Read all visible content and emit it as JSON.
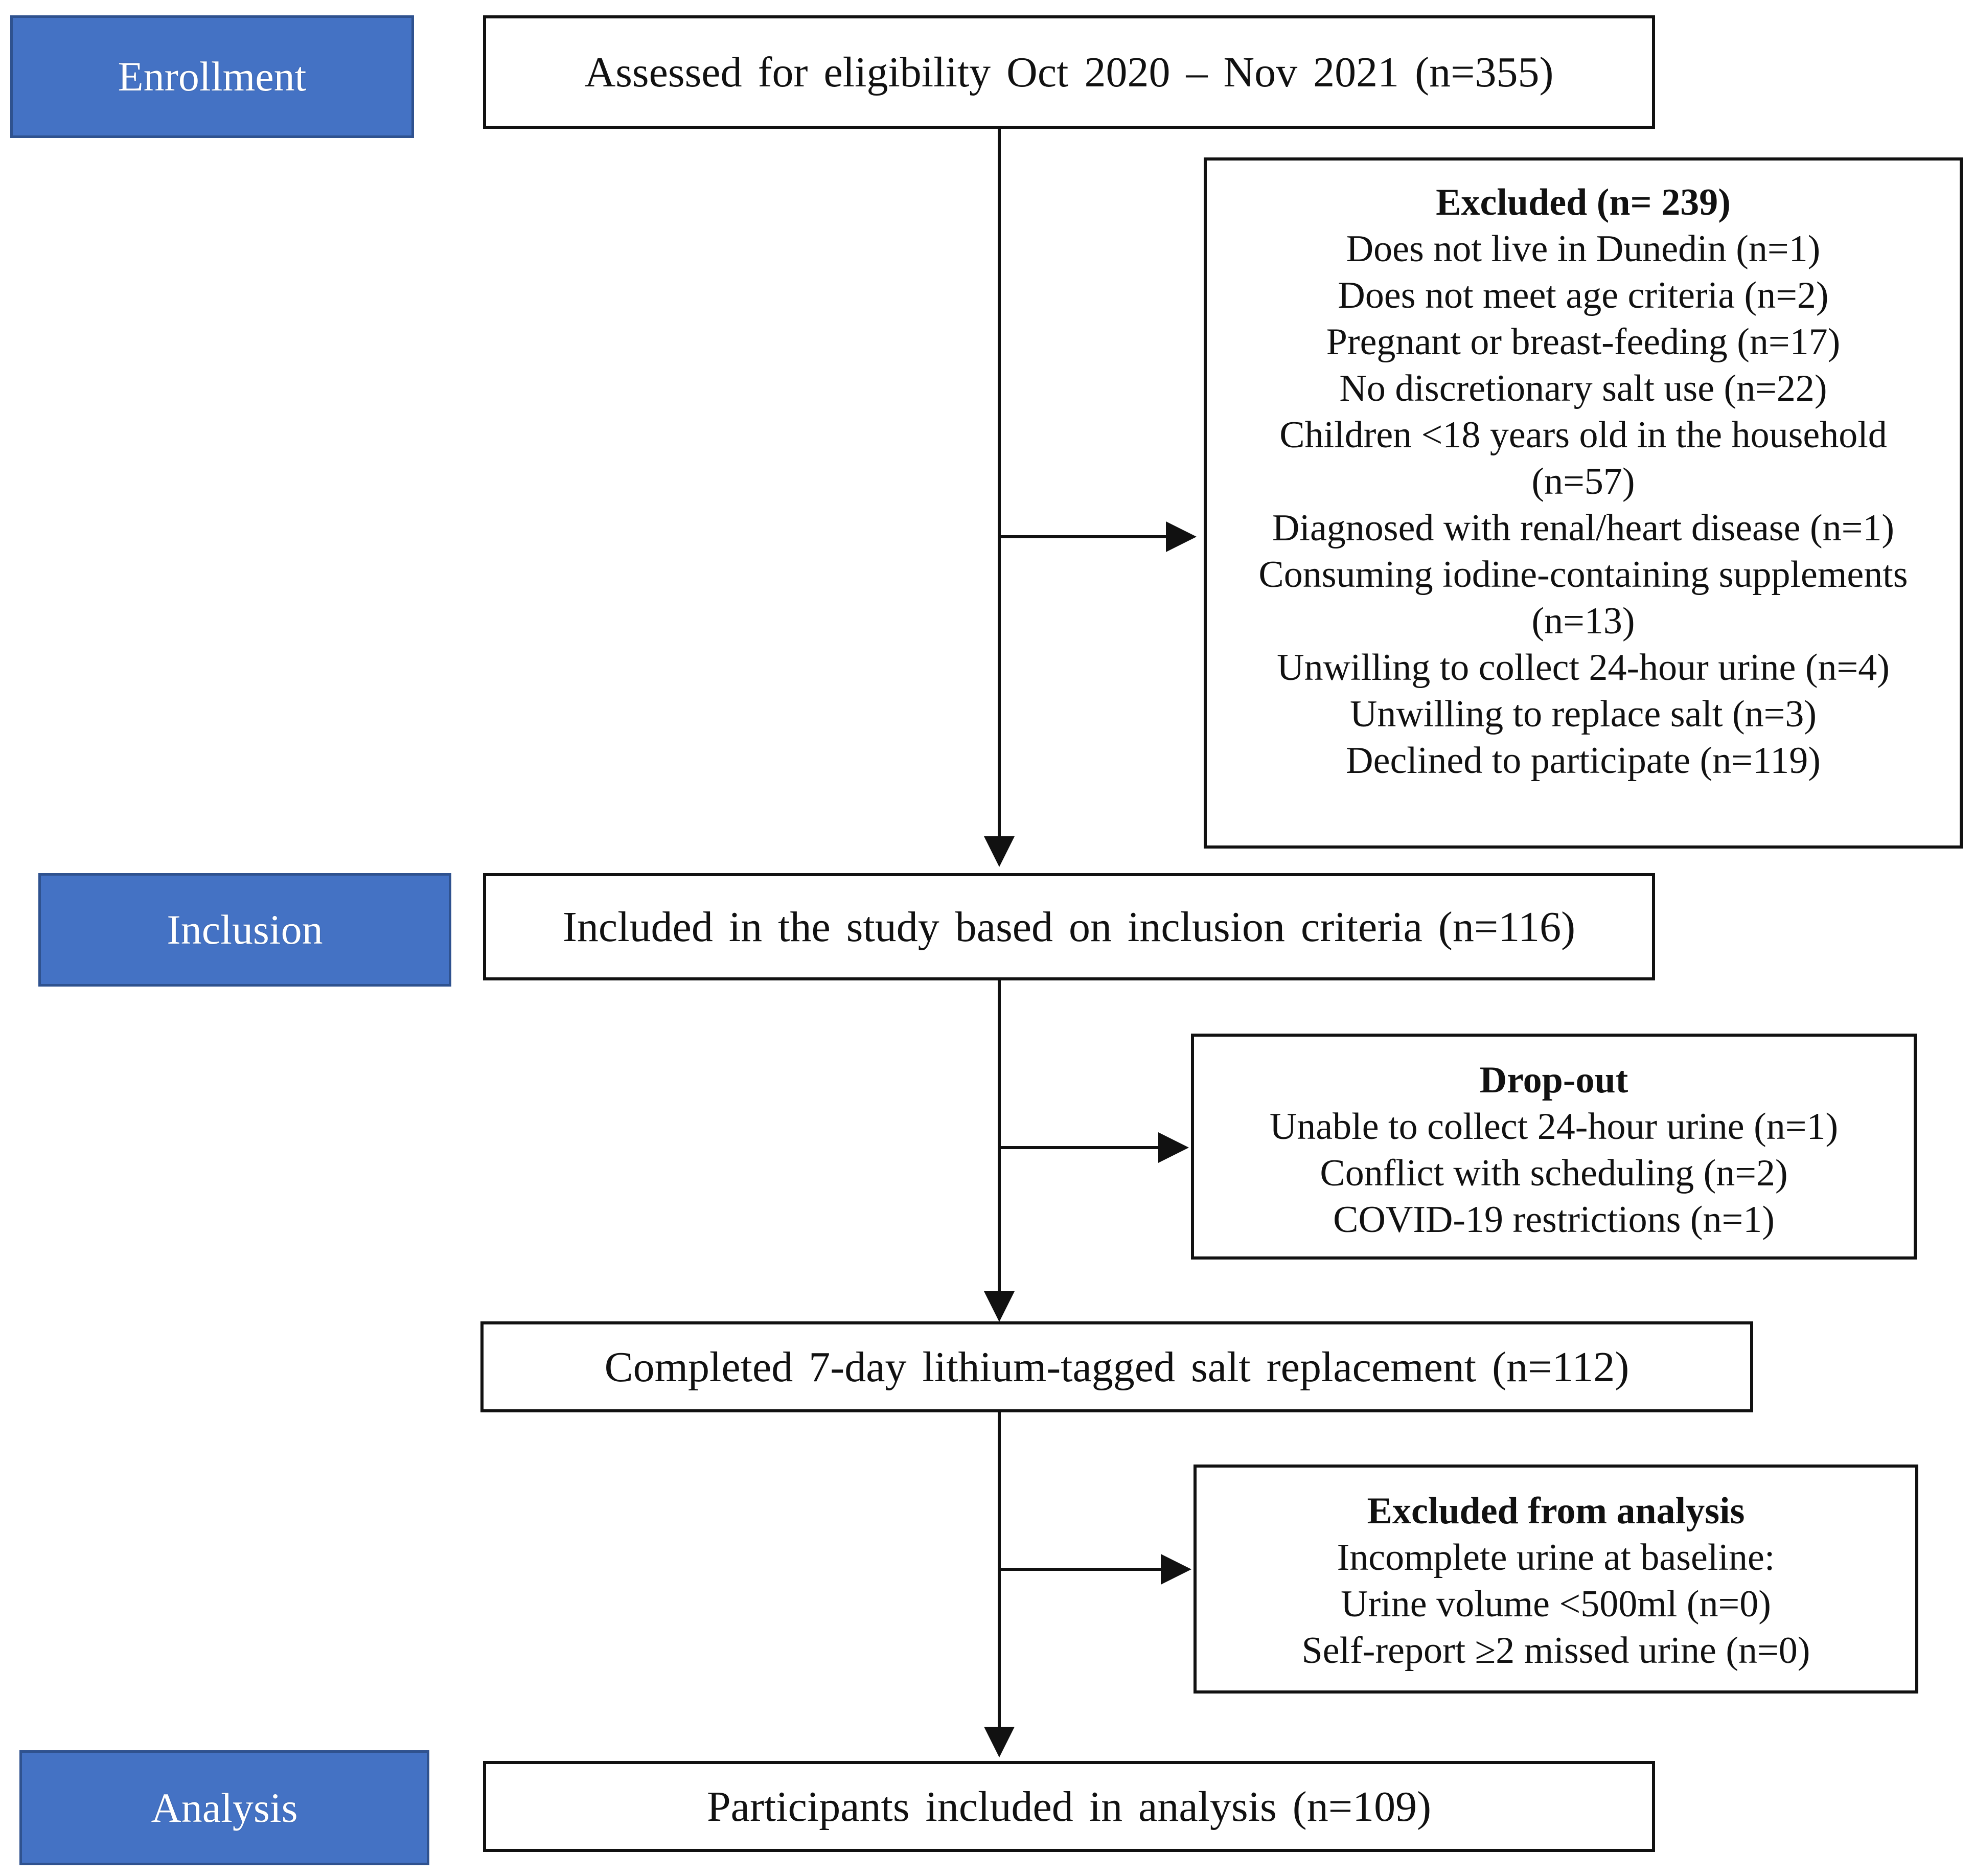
{
  "stages": {
    "enrollment": "Enrollment",
    "inclusion": "Inclusion",
    "analysis": "Analysis"
  },
  "flow": {
    "assessed": "Assessed for eligibility Oct 2020 – Nov 2021 (n=355)",
    "included": "Included in the study based on inclusion criteria (n=116)",
    "completed": "Completed 7-day lithium-tagged salt replacement (n=112)",
    "analyzed": "Participants included in analysis (n=109)"
  },
  "excluded": {
    "title": "Excluded (n= 239)",
    "items": [
      "Does not live in Dunedin (n=1)",
      "Does not meet age criteria (n=2)",
      "Pregnant or breast-feeding (n=17)",
      "No discretionary salt use (n=22)",
      "Children <18 years old in the household (n=57)",
      "Diagnosed with renal/heart disease (n=1)",
      "Consuming iodine-containing supplements (n=13)",
      "Unwilling to collect 24-hour urine (n=4)",
      "Unwilling to replace salt (n=3)",
      "Declined to participate (n=119)"
    ]
  },
  "dropout": {
    "title": "Drop-out",
    "items": [
      "Unable to collect 24-hour urine (n=1)",
      "Conflict with scheduling (n=2)",
      "COVID-19 restrictions (n=1)"
    ]
  },
  "excluded_analysis": {
    "title": "Excluded from analysis",
    "items": [
      "Incomplete urine at baseline:",
      "Urine volume <500ml (n=0)",
      "Self-report ≥2 missed urine (n=0)"
    ]
  },
  "colors": {
    "stage_fill": "#4472c4",
    "stage_border": "#2f528f",
    "line": "#111111"
  }
}
